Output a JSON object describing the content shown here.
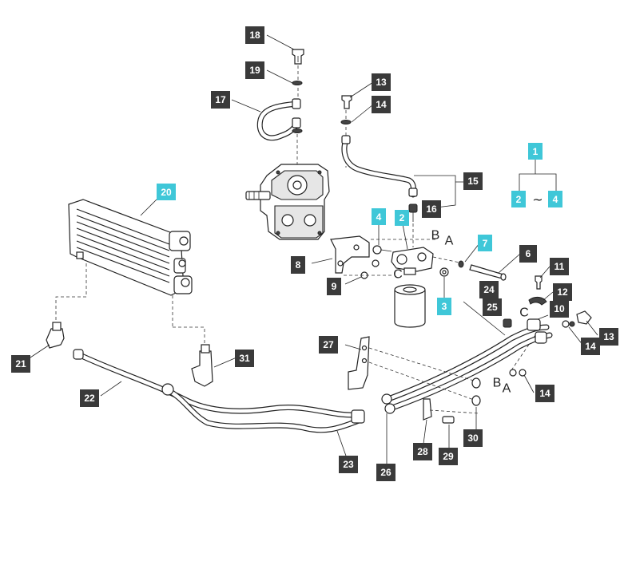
{
  "colors": {
    "callout_dark": "#3a3a3a",
    "callout_cyan": "#3fc7d8",
    "callout_text": "#ffffff",
    "line": "#222222"
  },
  "callouts": [
    {
      "id": "c18",
      "label": "18",
      "style": "dark"
    },
    {
      "id": "c19",
      "label": "19",
      "style": "dark"
    },
    {
      "id": "c17",
      "label": "17",
      "style": "dark"
    },
    {
      "id": "c13a",
      "label": "13",
      "style": "dark"
    },
    {
      "id": "c14a",
      "label": "14",
      "style": "dark"
    },
    {
      "id": "c15",
      "label": "15",
      "style": "dark"
    },
    {
      "id": "c16",
      "label": "16",
      "style": "dark"
    },
    {
      "id": "c1",
      "label": "1",
      "style": "cyan"
    },
    {
      "id": "c2a",
      "label": "2",
      "style": "cyan"
    },
    {
      "id": "c4a",
      "label": "4",
      "style": "cyan"
    },
    {
      "id": "c20",
      "label": "20",
      "style": "cyan"
    },
    {
      "id": "c4b",
      "label": "4",
      "style": "cyan"
    },
    {
      "id": "c2b",
      "label": "2",
      "style": "cyan"
    },
    {
      "id": "c7",
      "label": "7",
      "style": "cyan"
    },
    {
      "id": "c6",
      "label": "6",
      "style": "dark"
    },
    {
      "id": "c8",
      "label": "8",
      "style": "dark"
    },
    {
      "id": "c9",
      "label": "9",
      "style": "dark"
    },
    {
      "id": "c3",
      "label": "3",
      "style": "cyan"
    },
    {
      "id": "c11",
      "label": "11",
      "style": "dark"
    },
    {
      "id": "c12",
      "label": "12",
      "style": "dark"
    },
    {
      "id": "c24",
      "label": "24",
      "style": "dark"
    },
    {
      "id": "c25",
      "label": "25",
      "style": "dark"
    },
    {
      "id": "c10",
      "label": "10",
      "style": "dark"
    },
    {
      "id": "c13b",
      "label": "13",
      "style": "dark"
    },
    {
      "id": "c14b",
      "label": "14",
      "style": "dark"
    },
    {
      "id": "c14c",
      "label": "14",
      "style": "dark"
    },
    {
      "id": "c21",
      "label": "21",
      "style": "dark"
    },
    {
      "id": "c31",
      "label": "31",
      "style": "dark"
    },
    {
      "id": "c27",
      "label": "27",
      "style": "dark"
    },
    {
      "id": "c22",
      "label": "22",
      "style": "dark"
    },
    {
      "id": "c30",
      "label": "30",
      "style": "dark"
    },
    {
      "id": "c28",
      "label": "28",
      "style": "dark"
    },
    {
      "id": "c29",
      "label": "29",
      "style": "dark"
    },
    {
      "id": "c23",
      "label": "23",
      "style": "dark"
    },
    {
      "id": "c26",
      "label": "26",
      "style": "dark"
    }
  ],
  "letters": [
    {
      "id": "lB1",
      "text": "B"
    },
    {
      "id": "lA1",
      "text": "A"
    },
    {
      "id": "lC1",
      "text": "C"
    },
    {
      "id": "lC2",
      "text": "C"
    },
    {
      "id": "lB2",
      "text": "B"
    },
    {
      "id": "lA2",
      "text": "A"
    }
  ],
  "range_symbol": "~"
}
